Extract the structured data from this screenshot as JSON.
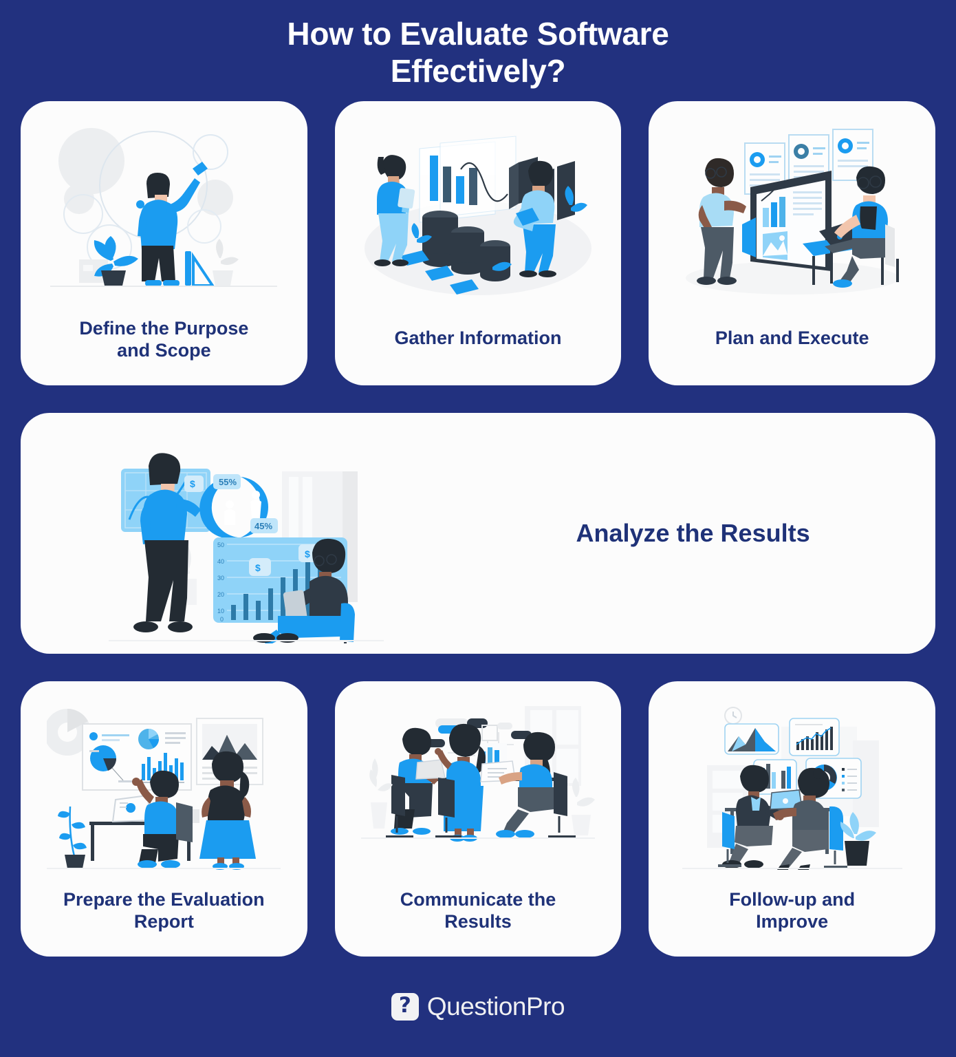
{
  "theme": {
    "background": "#22317f",
    "card_background": "#fcfcfc",
    "heading_color": "#ffffff",
    "label_color": "#1f3278",
    "accent_blue": "#1b9cf0",
    "dark_slate": "#2f3a46",
    "light_blue": "#8fd3f8"
  },
  "header": {
    "title_line1": "How to Evaluate Software",
    "title_line2": "Effectively?"
  },
  "steps": [
    {
      "id": "define-purpose-scope",
      "label_line1": "Define the Purpose",
      "label_line2": "and Scope",
      "illustration": "person-drawing-circle-with-compass"
    },
    {
      "id": "gather-information",
      "label_line1": "Gather Information",
      "label_line2": "",
      "illustration": "isometric-data-collection-charts"
    },
    {
      "id": "plan-and-execute",
      "label_line1": "Plan and Execute",
      "label_line2": "",
      "illustration": "two-people-presentation-board-laptop"
    },
    {
      "id": "analyze-the-results",
      "label_line1": "Analyze the Results",
      "label_line2": "",
      "illustration": "man-woman-analyzing-charts-pie-bar"
    },
    {
      "id": "prepare-evaluation-report",
      "label_line1": "Prepare the Evaluation",
      "label_line2": "Report",
      "illustration": "office-dashboard-reports-desk"
    },
    {
      "id": "communicate-the-results",
      "label_line1": "Communicate the",
      "label_line2": "Results",
      "illustration": "three-people-meeting-table-laptops"
    },
    {
      "id": "follow-up-and-improve",
      "label_line1": "Follow-up and",
      "label_line2": "Improve",
      "illustration": "two-colleagues-desk-dashboard-panels"
    }
  ],
  "analyze_illustration_data": {
    "pie_labels": [
      "55%",
      "45%"
    ],
    "bar_axis_ticks": [
      "50",
      "40",
      "30",
      "20",
      "10",
      "0"
    ],
    "currency_badges": [
      "$",
      "$",
      "$"
    ]
  },
  "footer": {
    "logo_mark": "question-mark",
    "logo_text": "QuestionPro"
  }
}
